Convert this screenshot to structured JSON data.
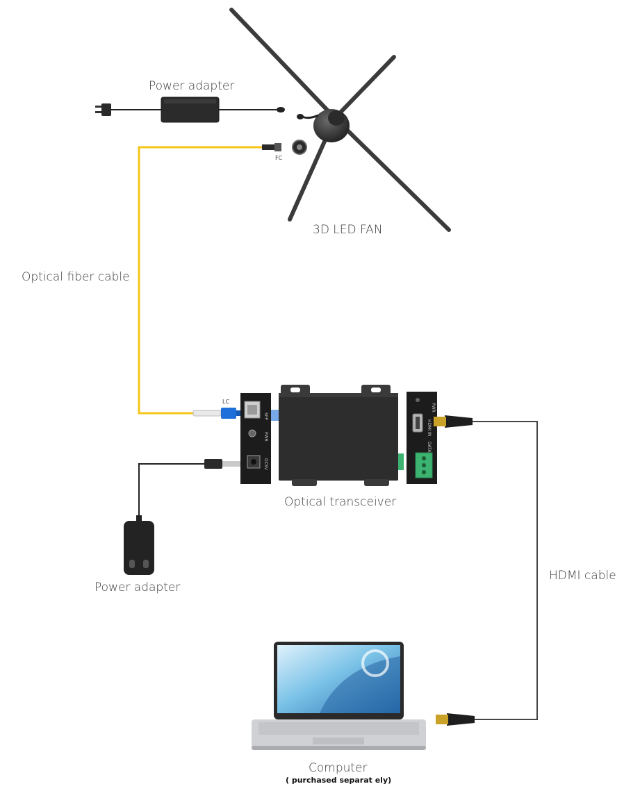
{
  "labels": {
    "power_adapter_top": "Power adapter",
    "fan": "3D LED FAN",
    "fc": "FC",
    "fiber": "Optical fiber cable",
    "lc": "LC",
    "transceiver": "Optical transceiver",
    "power_adapter_bottom": "Power adapter",
    "hdmi": "HDMI cable",
    "computer": "Computer",
    "computer_note": "( purchased separat ely)"
  },
  "colors": {
    "fiber": "#f5c518",
    "cable": "#444444",
    "device": "#2a2a2a",
    "lc_connector": "#1e6fd9",
    "terminal": "#3cb371"
  }
}
